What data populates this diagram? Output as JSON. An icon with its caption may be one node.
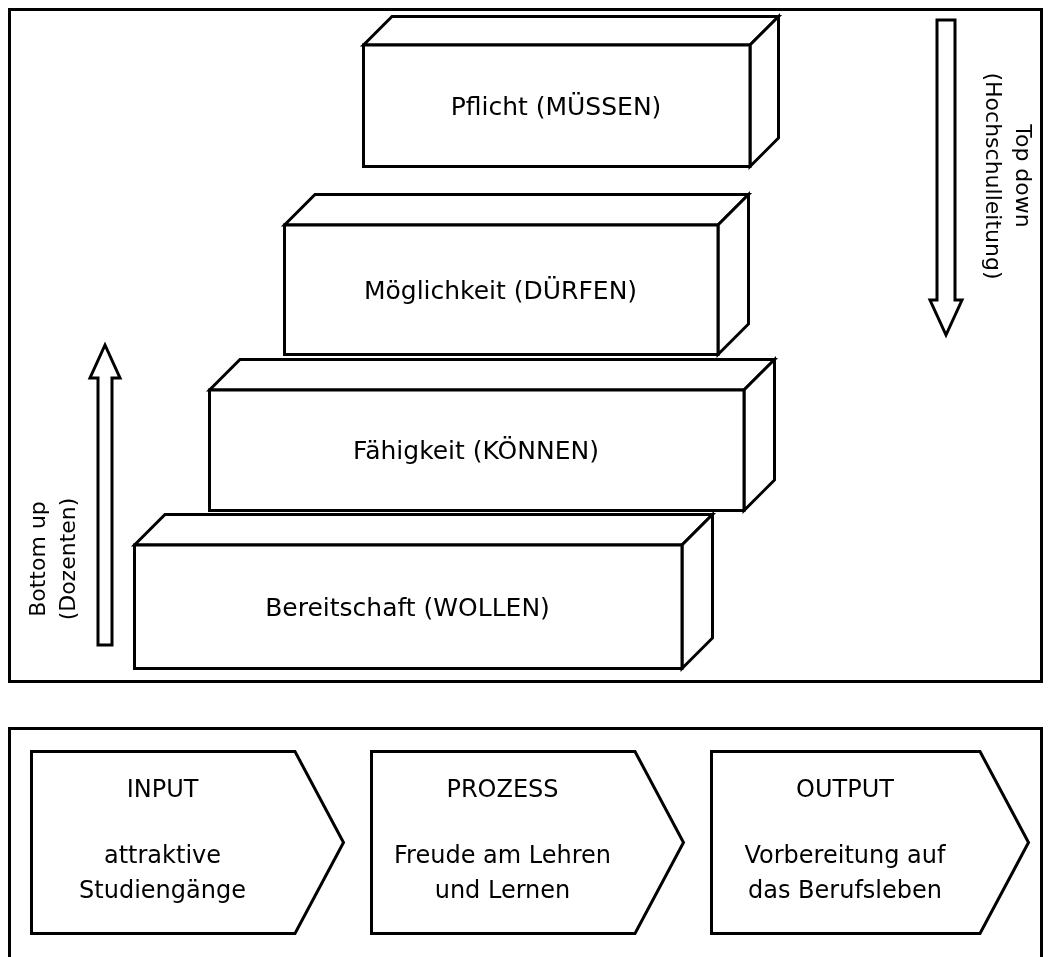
{
  "diagram": {
    "nodes": [
      {
        "text": [],
        "shape": "box"
      },
      {
        "text": [
          "Pflicht (MÜSSEN)"
        ],
        "in": 0
      },
      {
        "text": [
          "Möglichkeit (DÜRFEN)"
        ],
        "in": 0
      },
      {
        "text": [
          "Fähigkeit (KÖNNEN)"
        ],
        "in": 0
      },
      {
        "text": [
          "Bereitschaft (WOLLEN)"
        ],
        "in": 0
      },
      {
        "text": [],
        "shape": "box"
      },
      {
        "text": [
          "INPUT",
          "attraktive Studiengänge"
        ],
        "in": 5
      },
      {
        "text": [
          "PROZESS",
          "Freude am Lehren und Lernen"
        ],
        "in": 5
      },
      {
        "text": [
          "OUTPUT",
          "Vorbereitung auf das Berufsleben"
        ],
        "in": 5
      }
    ],
    "labels": [
      "Top down (Hochschulleitung)",
      "Bottom up (Dozenten)"
    ]
  }
}
